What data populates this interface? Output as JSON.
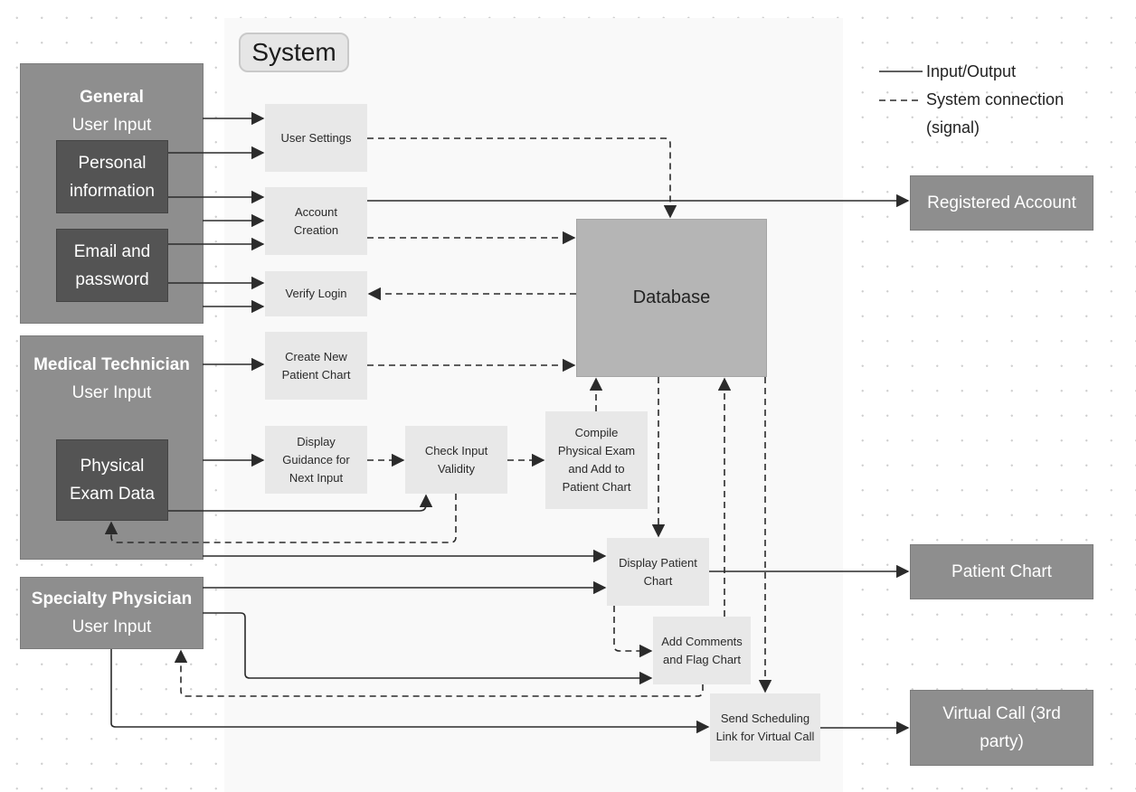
{
  "system": {
    "label": "System"
  },
  "legend": {
    "solid_label": "Input/Output",
    "dashed_label_line1": "System connection",
    "dashed_label_line2": "(signal)"
  },
  "actors": {
    "general": {
      "title": "General",
      "subtitle": "User Input",
      "sub_boxes": {
        "personal": "Personal information",
        "email": "Email and password"
      }
    },
    "medical_technician": {
      "title": "Medical Technician",
      "subtitle": "User Input",
      "sub_boxes": {
        "physical_exam": "Physical Exam Data"
      }
    },
    "specialty_physician": {
      "title": "Specialty Physician",
      "subtitle": "User Input"
    }
  },
  "processes": {
    "user_settings": "User Settings",
    "account_creation": "Account Creation",
    "verify_login": "Verify Login",
    "create_patient_chart": "Create New Patient Chart",
    "display_guidance": "Display Guidance for Next Input",
    "check_validity": "Check Input Validity",
    "compile_exam": "Compile Physical Exam and Add to Patient Chart",
    "display_patient_chart": "Display Patient Chart",
    "add_comments": "Add Comments and Flag Chart",
    "send_scheduling": "Send Scheduling Link for Virtual Call"
  },
  "database": {
    "label": "Database"
  },
  "outputs": {
    "registered_account": "Registered Account",
    "patient_chart": "Patient Chart",
    "virtual_call": "Virtual Call (3rd party)"
  },
  "colors": {
    "actor_fill": "#8e8e8e",
    "sub_box_fill": "#545454",
    "process_fill": "#e8e8e8",
    "database_fill": "#b5b5b5",
    "system_bg": "#f9f9f9",
    "line": "#2b2b2b"
  }
}
